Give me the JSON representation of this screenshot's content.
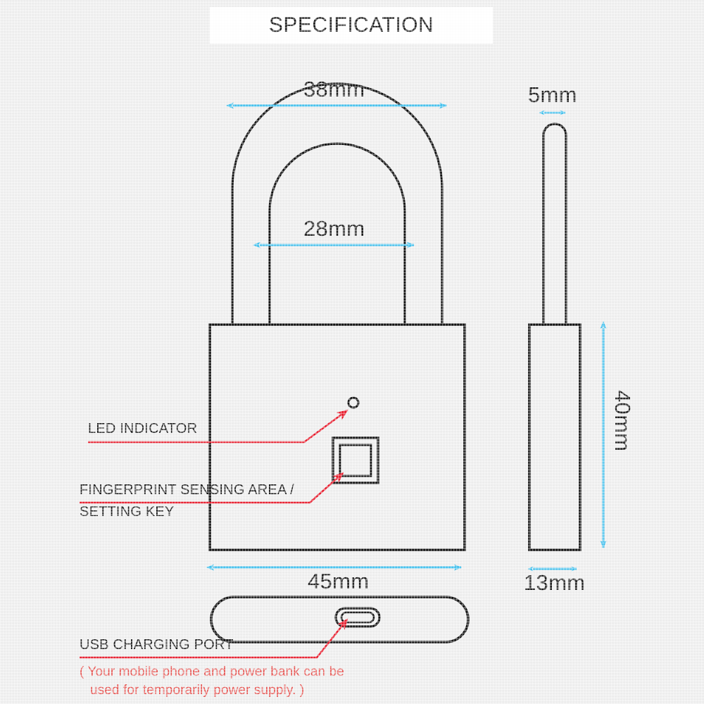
{
  "page": {
    "background_color": "#eeeeee",
    "dimension_arrow_color": "#3fc0ee",
    "leader_line_color": "#e8192a",
    "outline_color": "#111111",
    "note_text_color": "#e8514e"
  },
  "header": {
    "title": "SPECIFICATION"
  },
  "front_view": {
    "dimensions": {
      "shackle_outer_width": "38mm",
      "shackle_inner_width": "28mm",
      "body_width": "45mm"
    }
  },
  "side_view": {
    "dimensions": {
      "shackle_thickness": "5mm",
      "body_height": "40mm",
      "body_depth": "13mm"
    }
  },
  "callouts": [
    {
      "id": "led",
      "label": "LED INDICATOR"
    },
    {
      "id": "fingerprint",
      "label_line1": "FINGERPRINT SENSING AREA /",
      "label_line2": "SETTING KEY"
    },
    {
      "id": "usb",
      "label": "USB CHARGING PORT"
    }
  ],
  "note": {
    "line1": "( Your mobile phone and power bank can be",
    "line2": "used for temporarily power supply. )"
  }
}
